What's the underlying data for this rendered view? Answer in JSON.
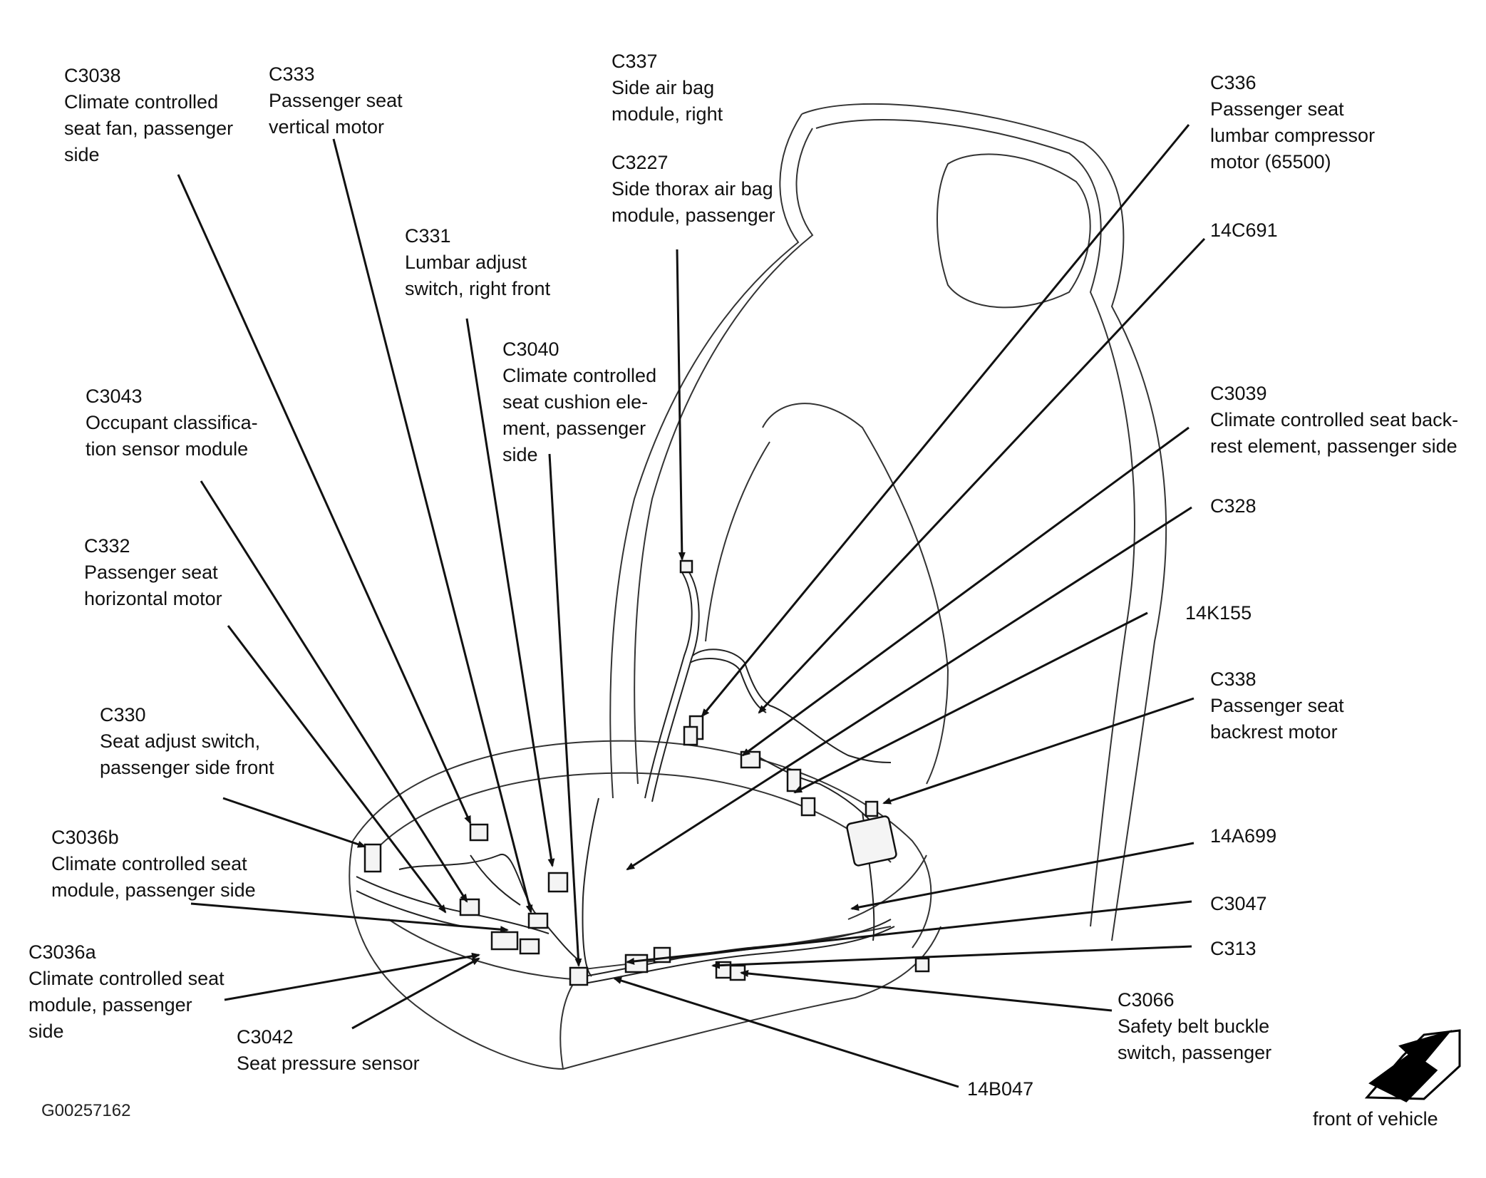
{
  "labels": [
    {
      "id": "c3038",
      "lines": [
        "C3038",
        "Climate controlled",
        "seat fan, passenger",
        "side"
      ]
    },
    {
      "id": "c333",
      "lines": [
        "C333",
        "Passenger seat",
        "vertical motor"
      ]
    },
    {
      "id": "c337",
      "lines": [
        "C337",
        "Side air bag",
        "module, right"
      ]
    },
    {
      "id": "c3227",
      "lines": [
        "C3227",
        "Side thorax air bag",
        "module, passenger"
      ]
    },
    {
      "id": "c336",
      "lines": [
        "C336",
        "Passenger seat",
        "lumbar compressor",
        "motor (65500)"
      ]
    },
    {
      "id": "c331",
      "lines": [
        "C331",
        "Lumbar adjust",
        "switch, right front"
      ]
    },
    {
      "id": "n14c691",
      "lines": [
        "14C691"
      ]
    },
    {
      "id": "c3040",
      "lines": [
        "C3040",
        "Climate controlled",
        "seat cushion ele-",
        "ment, passenger",
        "side"
      ]
    },
    {
      "id": "c3043",
      "lines": [
        "C3043",
        "Occupant classifica-",
        "tion sensor module"
      ]
    },
    {
      "id": "c3039",
      "lines": [
        "C3039",
        "Climate controlled seat back-",
        "rest element, passenger side"
      ]
    },
    {
      "id": "c328",
      "lines": [
        "C328"
      ]
    },
    {
      "id": "c332",
      "lines": [
        "C332",
        "Passenger seat",
        "horizontal motor"
      ]
    },
    {
      "id": "n14k155",
      "lines": [
        "14K155"
      ]
    },
    {
      "id": "c338",
      "lines": [
        "C338",
        "Passenger seat",
        "backrest motor"
      ]
    },
    {
      "id": "c330",
      "lines": [
        "C330",
        "Seat adjust switch,",
        "passenger side front"
      ]
    },
    {
      "id": "c3036b",
      "lines": [
        "C3036b",
        "Climate controlled seat",
        "module, passenger side"
      ]
    },
    {
      "id": "n14a699",
      "lines": [
        "14A699"
      ]
    },
    {
      "id": "c3047",
      "lines": [
        "C3047"
      ]
    },
    {
      "id": "c313",
      "lines": [
        "C313"
      ]
    },
    {
      "id": "c3036a",
      "lines": [
        "C3036a",
        "Climate controlled seat",
        "module, passenger",
        "side"
      ]
    },
    {
      "id": "c3066",
      "lines": [
        "C3066",
        "Safety belt buckle",
        "switch, passenger"
      ]
    },
    {
      "id": "c3042",
      "lines": [
        "C3042",
        "Seat pressure sensor"
      ]
    },
    {
      "id": "n14b047",
      "lines": [
        "14B047"
      ]
    }
  ],
  "figure_id": "G00257162",
  "direction_label": "front of vehicle"
}
